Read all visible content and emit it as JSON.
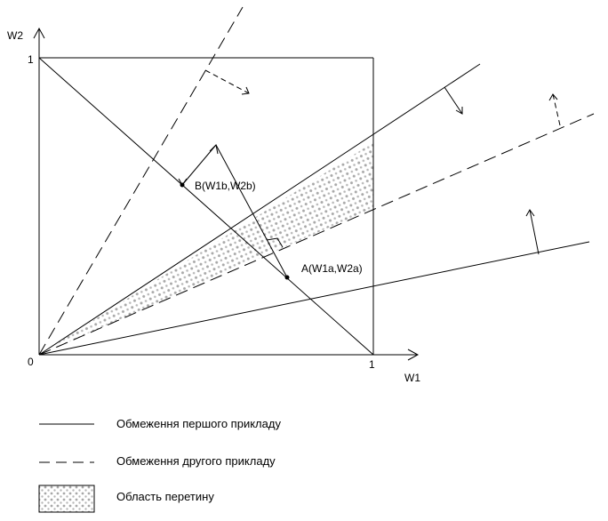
{
  "axes": {
    "x_label": "W1",
    "y_label": "W2",
    "origin_label": "0",
    "x_tick_label": "1",
    "y_tick_label": "1"
  },
  "points": {
    "a_label": "A(W1a,W2a)",
    "b_label": "B(W1b,W2b)"
  },
  "legend": {
    "solid": "Обмеження першого прикладу",
    "dashed": "Обмеження другого прикладу",
    "region": "Область перетину"
  },
  "colors": {
    "line": "#000000",
    "region_dots": "#a8a8a8"
  }
}
